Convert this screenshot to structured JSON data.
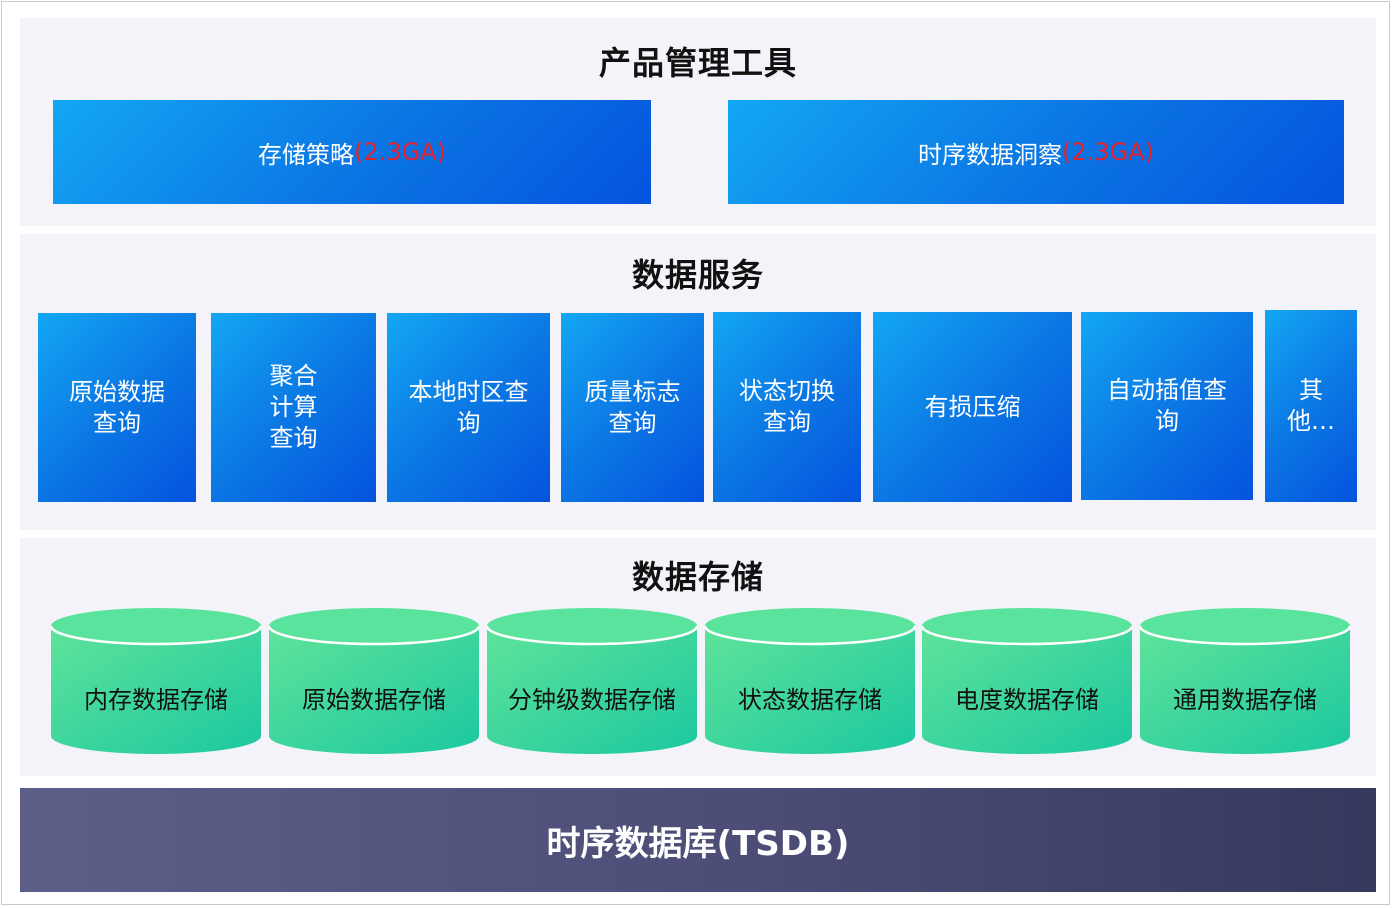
{
  "product_tools": {
    "title": "产品管理工具",
    "items": [
      {
        "label": "存储策略",
        "tag": "(2.3GA)"
      },
      {
        "label": "时序数据洞察",
        "tag": "(2.3GA)"
      }
    ]
  },
  "data_services": {
    "title": "数据服务",
    "items": [
      {
        "label": "原始数据查询"
      },
      {
        "label": "聚合计算查询"
      },
      {
        "label": "本地时区查询"
      },
      {
        "label": "质量标志查询"
      },
      {
        "label": "状态切换查询"
      },
      {
        "label": "有损压缩"
      },
      {
        "label": "自动插值查询"
      },
      {
        "label": "其他…"
      }
    ]
  },
  "data_storage": {
    "title": "数据存储",
    "items": [
      {
        "label": "内存数据存储"
      },
      {
        "label": "原始数据存储"
      },
      {
        "label": "分钟级数据存储"
      },
      {
        "label": "状态数据存储"
      },
      {
        "label": "电度数据存储"
      },
      {
        "label": "通用数据存储"
      }
    ]
  },
  "foundation": {
    "label": "时序数据库(TSDB)"
  },
  "colors": {
    "panel_bg": "#f3f3f9",
    "service_blue_start": "#13a7f4",
    "service_blue_end": "#0553de",
    "ga_tag": "#e8202a",
    "storage_green_top": "#5ce29e",
    "storage_green_body": "#3fd49a",
    "foundation_bg": "#4c4d76"
  }
}
